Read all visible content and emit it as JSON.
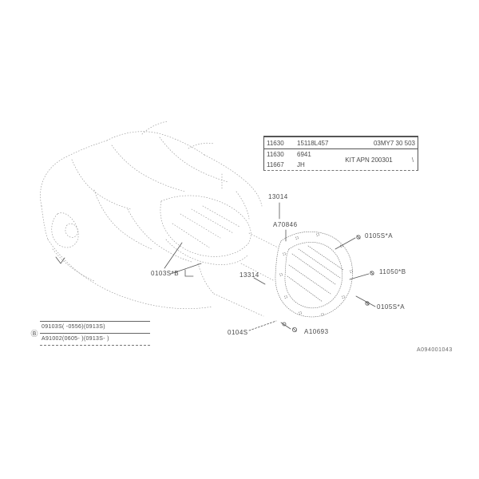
{
  "info_table": {
    "row1": {
      "col1": "11630",
      "col2": "15118L457",
      "col3": "03MY7 30 503"
    },
    "row2": {
      "col1": "11630",
      "col2": "6941"
    },
    "row3": {
      "col1": "11667",
      "col2": "JH"
    },
    "merged": "KIT APN 200301",
    "tick": "\\"
  },
  "callouts": [
    {
      "text": "13014"
    },
    {
      "text": "A70846"
    },
    {
      "text": "0105S*A"
    },
    {
      "text": "11050*B"
    },
    {
      "text": "0105S*A"
    },
    {
      "text": "A10693"
    },
    {
      "text": "0104S"
    },
    {
      "text": "0103S*B"
    },
    {
      "text": "13314"
    }
  ],
  "legend": {
    "symbol": "Ⓑ",
    "rows": [
      "09103S( -0556)(0913S)",
      "A91002(0605- )(0913S- )"
    ]
  },
  "footer": {
    "code": "A094001043"
  },
  "colors": {
    "sketch": "#9c9c9c",
    "leader": "#555555",
    "label": "#4a4a4a"
  }
}
